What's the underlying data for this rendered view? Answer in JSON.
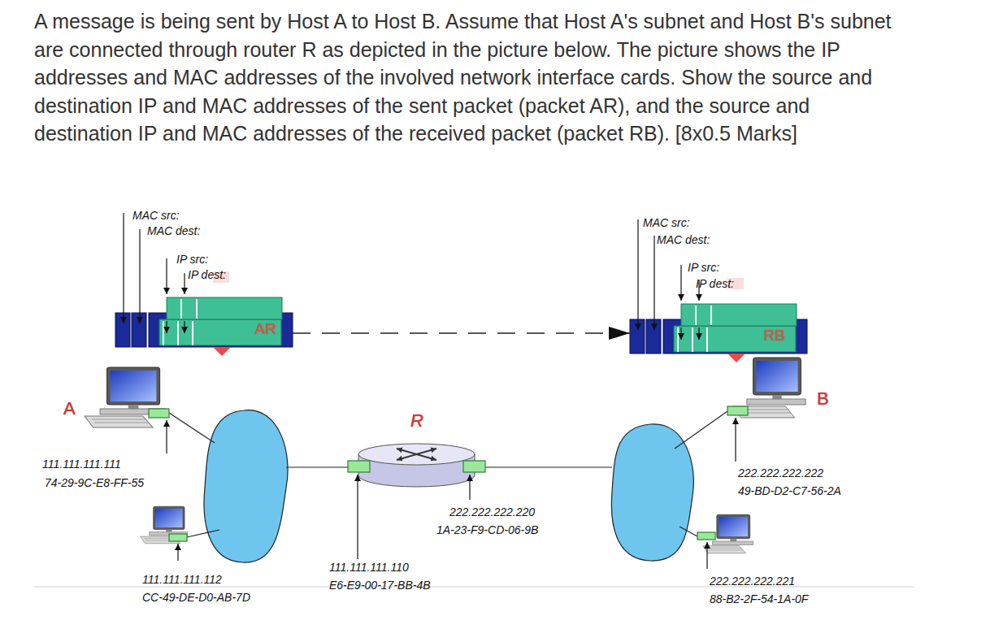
{
  "diagram": {
    "title": "A message is being sent by Host A to Host B. Assume that Host A's subnet and Host B's subnet are connected through router R as depicted in the picture below. The picture shows the IP addresses and MAC addresses of the involved network interface cards. Show the source and destination IP and MAC addresses of the sent packet (packet AR), and the source and destination IP and MAC addresses of the received packet (packet RB). [8x0.5 Marks]",
    "nodes": [
      {
        "text": [
          "AR"
        ]
      },
      {
        "text": [
          "RB"
        ]
      },
      {
        "text": [
          "A"
        ]
      },
      {
        "text": [
          "R"
        ]
      },
      {
        "text": [
          "B"
        ]
      }
    ],
    "edges": [
      {
        "from": 0,
        "to": 1,
        "arrow": "to"
      }
    ],
    "labels": [
      "MAC src:",
      "MAC dest:",
      "IP src:",
      "IP dest:",
      "MAC src:",
      "MAC dest:",
      "IP src:",
      "IP dest:",
      "111.111.111.111",
      "74-29-9C-E8-FF-55",
      "111.111.111.112",
      "CC-49-DE-D0-AB-7D",
      "111.111.111.110",
      "E6-E9-00-17-BB-4B",
      "222.222.222.220",
      "1A-23-F9-CD-06-9B",
      "222.222.222.222",
      "49-BD-D2-C7-56-2A",
      "222.222.222.221",
      "88-B2-2F-54-1A-0F"
    ]
  }
}
